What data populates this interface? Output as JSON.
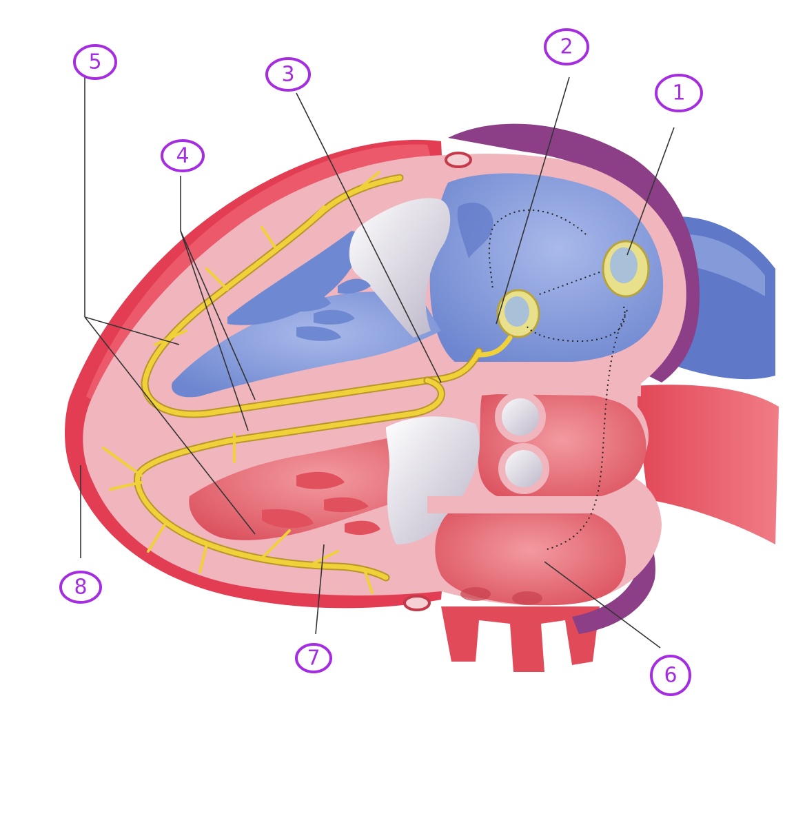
{
  "colors": {
    "label": "#a52de0",
    "myocardium": "#f0b5bd",
    "outer_wall": "#e23d52",
    "right_chambers": "#7f96d8",
    "left_chambers": "#e86a72",
    "pericardium": "#8c3f86",
    "conduction_fibers": "#f1d13a",
    "nodes": "#e8e08a"
  },
  "labels": [
    {
      "id": "1",
      "text": "1"
    },
    {
      "id": "2",
      "text": "2"
    },
    {
      "id": "3",
      "text": "3"
    },
    {
      "id": "4",
      "text": "4"
    },
    {
      "id": "5",
      "text": "5"
    },
    {
      "id": "6",
      "text": "6"
    },
    {
      "id": "7",
      "text": "7"
    },
    {
      "id": "8",
      "text": "8"
    }
  ]
}
